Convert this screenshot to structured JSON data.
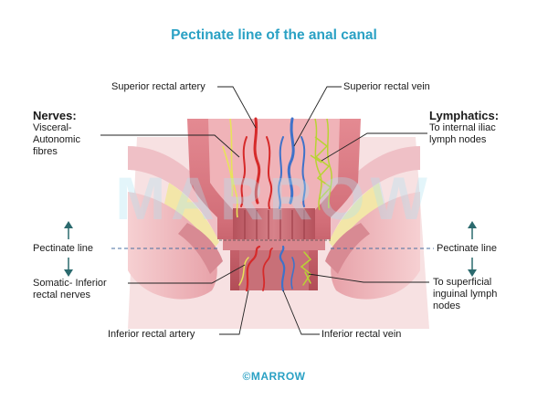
{
  "title": "Pectinate line of the anal canal",
  "labels": {
    "superior_artery": "Superior rectal artery",
    "superior_vein": "Superior rectal vein",
    "nerves_heading": "Nerves:",
    "nerves_visceral": [
      "Visceral-",
      "Autonomic",
      "fibres"
    ],
    "lymphatics_heading": "Lymphatics:",
    "lymphatics_internal": [
      "To internal iliac",
      "lymph nodes"
    ],
    "pectinate_left": "Pectinate line",
    "pectinate_right": "Pectinate line",
    "somatic_nerves": [
      "Somatic- Inferior",
      "rectal nerves"
    ],
    "superficial_lymph": [
      "To superficial",
      "inguinal lymph",
      "nodes"
    ],
    "inferior_artery": "Inferior rectal artery",
    "inferior_vein": "Inferior rectal vein"
  },
  "watermark": "MARROW",
  "footer": "©MARROW",
  "colors": {
    "title": "#2aa1c4",
    "artery": "#d62a2a",
    "vein": "#3f72c9",
    "lymph": "#b8d433",
    "nerve": "#e8e35a",
    "tissue": "#e9a0a6",
    "canal": "#c65a64",
    "fat": "#f3e6a8",
    "arrow": "#2b6a6e"
  }
}
